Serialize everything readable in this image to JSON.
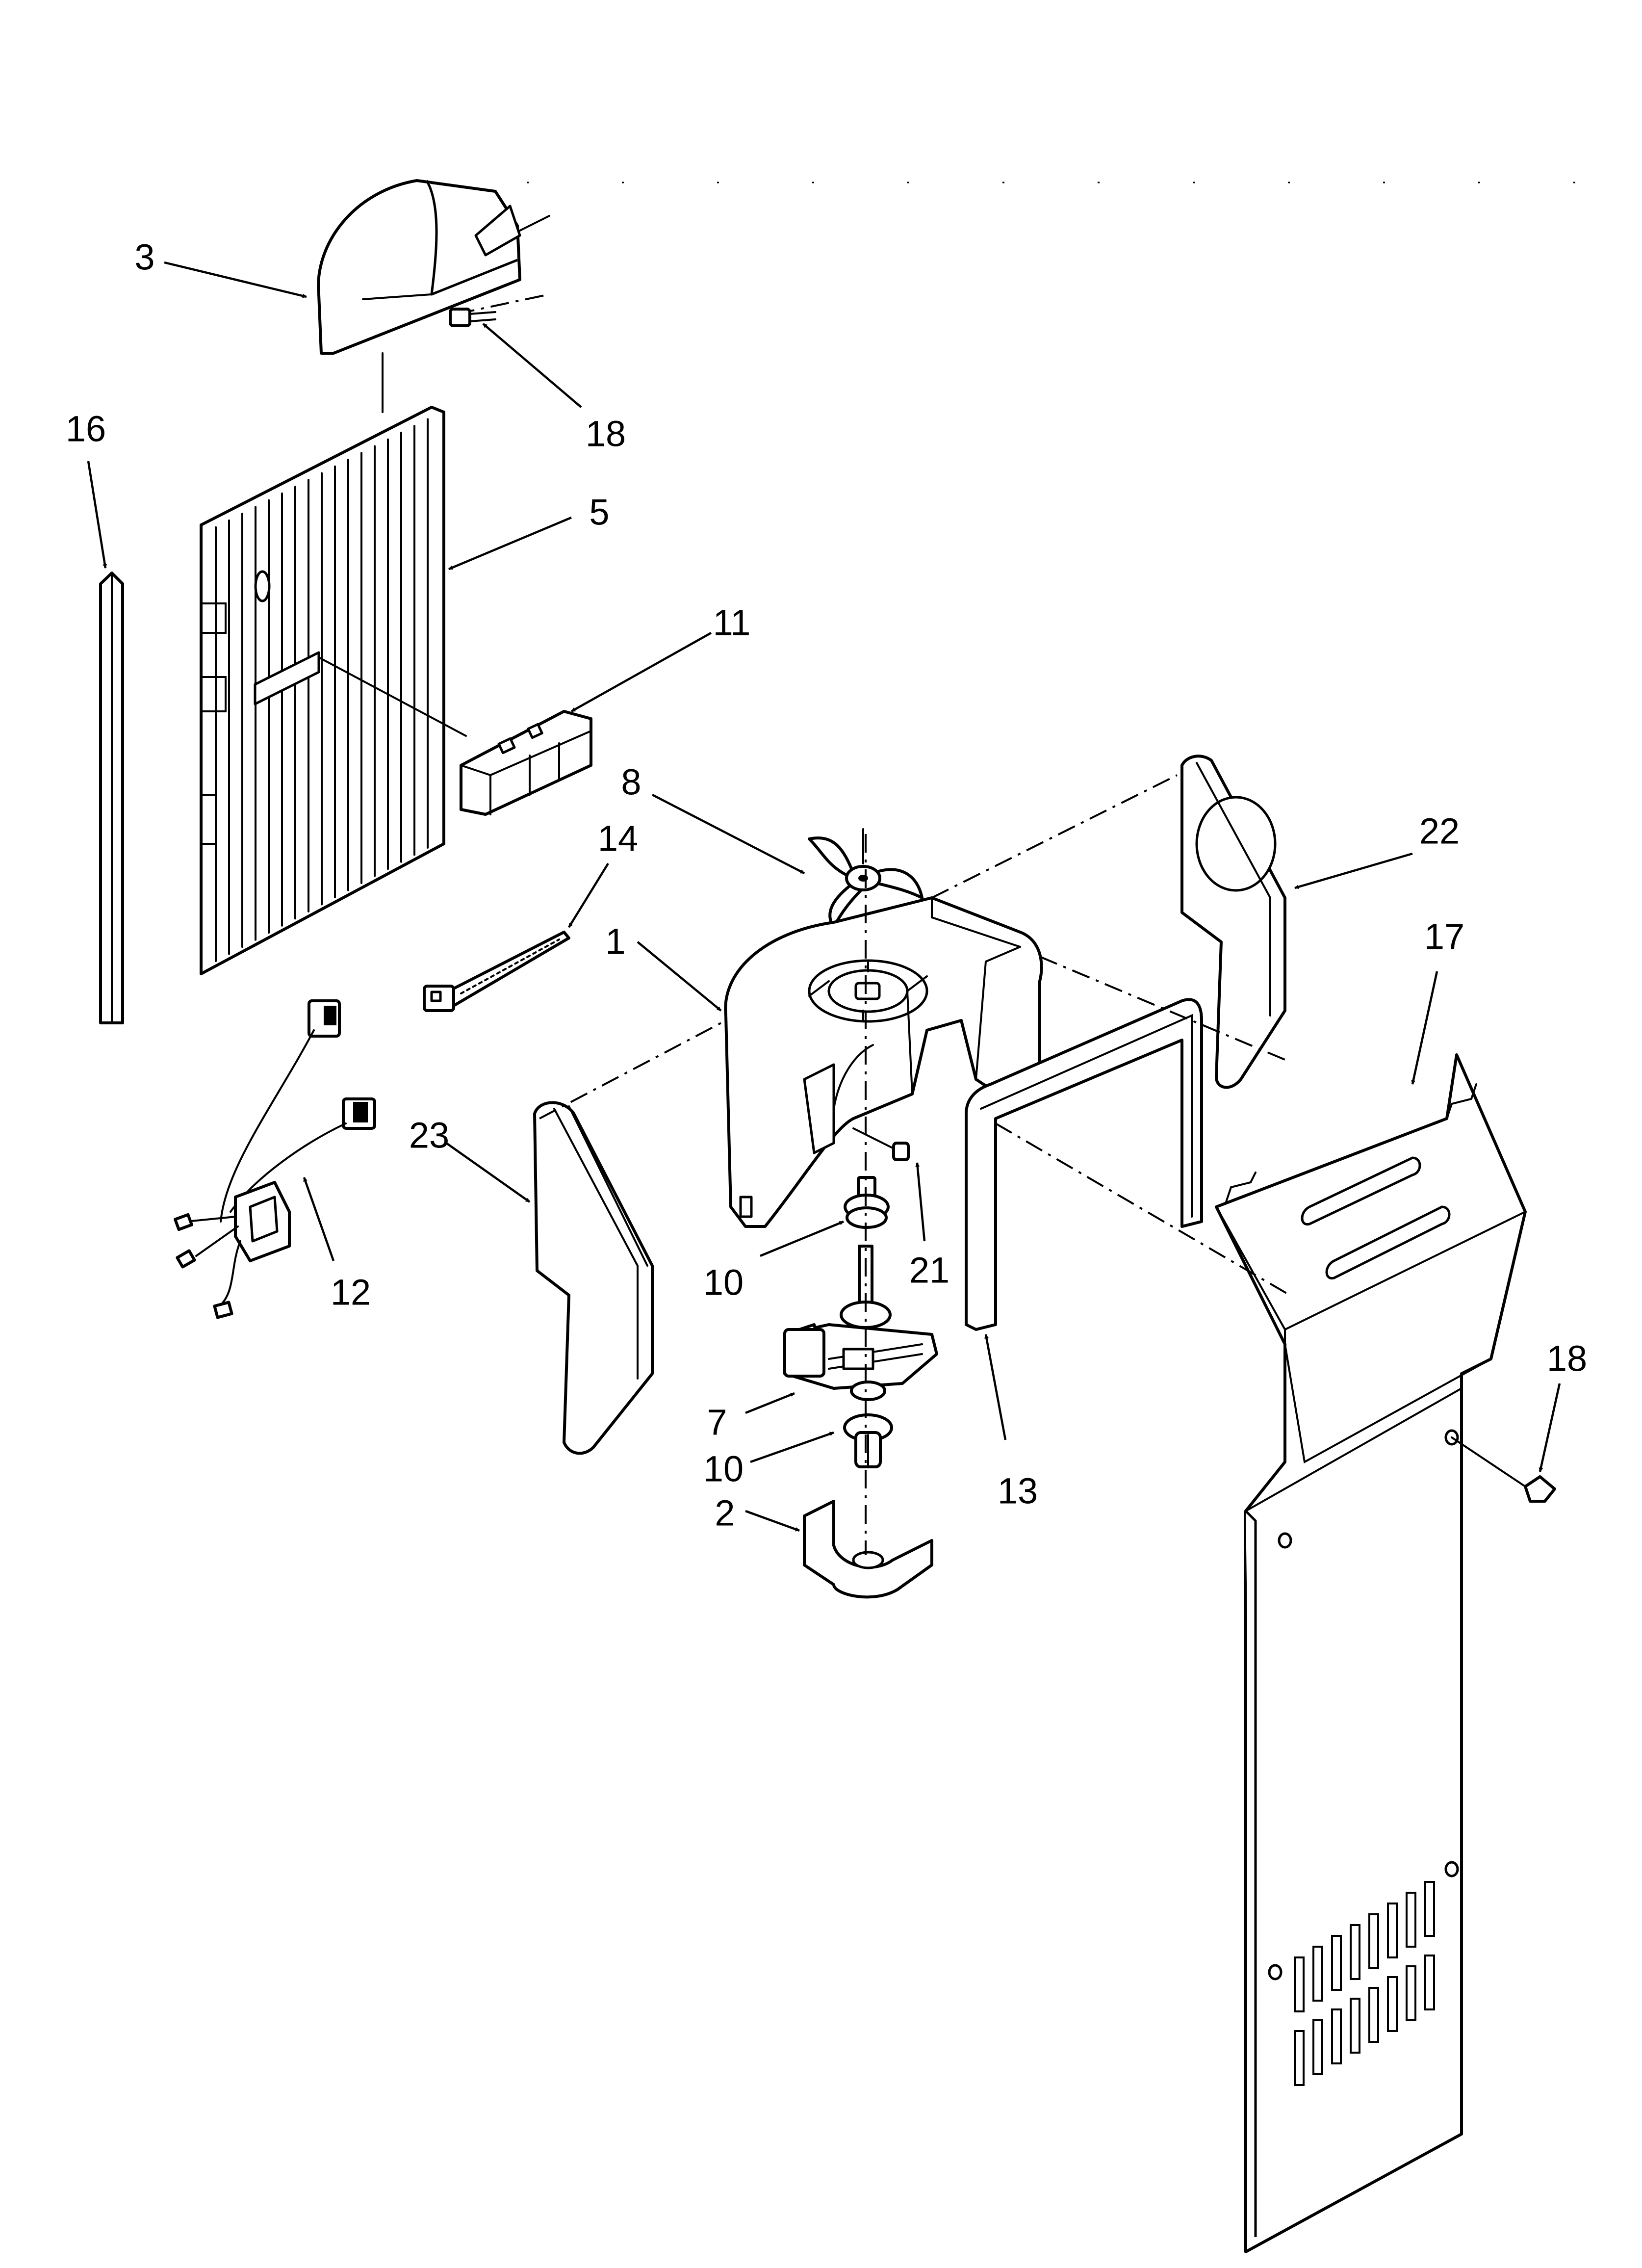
{
  "callouts": {
    "c3": "3",
    "c18a": "18",
    "c16": "16",
    "c5": "5",
    "c11": "11",
    "c8": "8",
    "c14": "14",
    "c1": "1",
    "c22": "22",
    "c17": "17",
    "c23": "23",
    "c12": "12",
    "c10a": "10",
    "c21": "21",
    "c7": "7",
    "c10b": "10",
    "c13": "13",
    "c18b": "18",
    "c2": "2"
  },
  "colors": {
    "line": "#000000",
    "background": "#ffffff"
  }
}
